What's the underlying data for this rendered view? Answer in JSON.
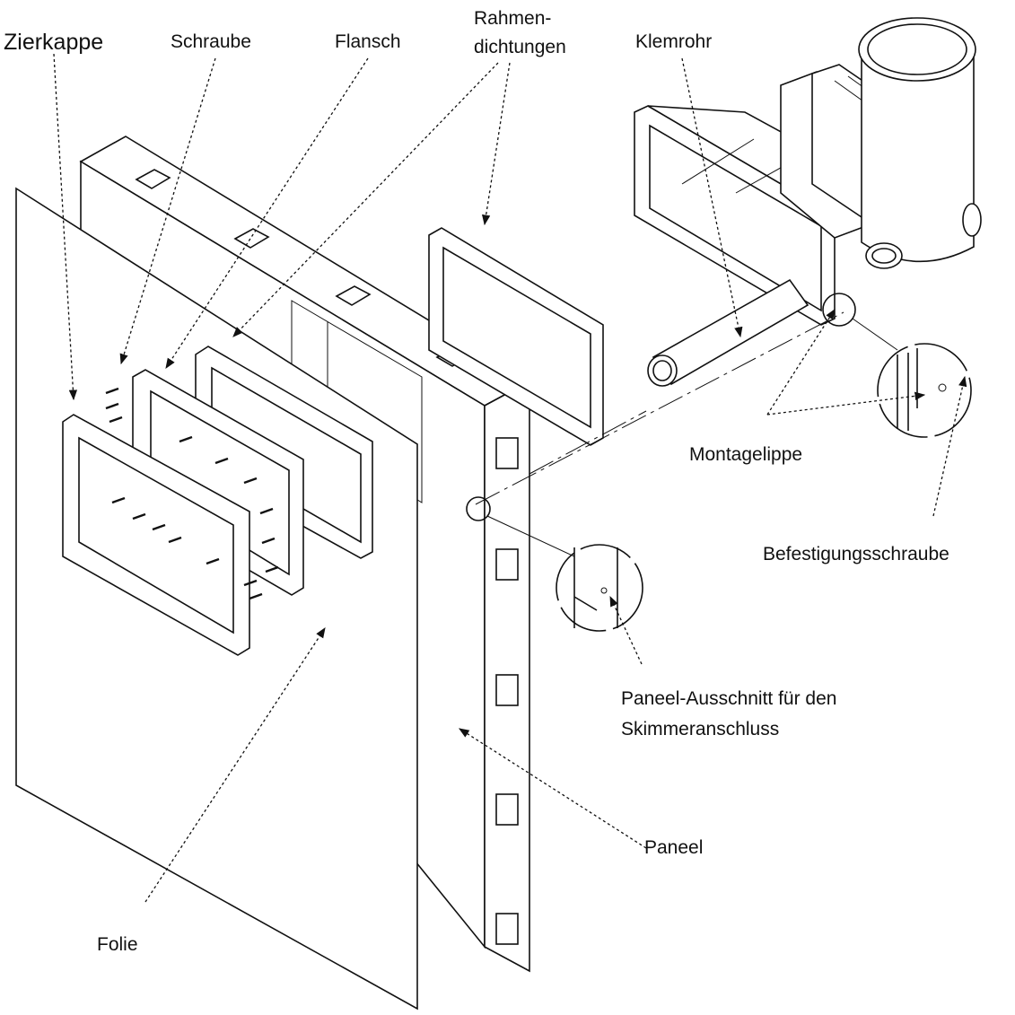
{
  "labels": {
    "zierkappe": "Zierkappe",
    "schraube": "Schraube",
    "flansch": "Flansch",
    "rahmen_line1": "Rahmen-",
    "rahmen_line2": "dichtungen",
    "klemrohr": "Klemrohr",
    "montagelippe": "Montagelippe",
    "befestigungsschraube": "Befestigungsschraube",
    "ausschnitt_line1": "Paneel-Ausschnitt für den",
    "ausschnitt_line2": "Skimmeranschluss",
    "paneel": "Paneel",
    "folie": "Folie"
  }
}
